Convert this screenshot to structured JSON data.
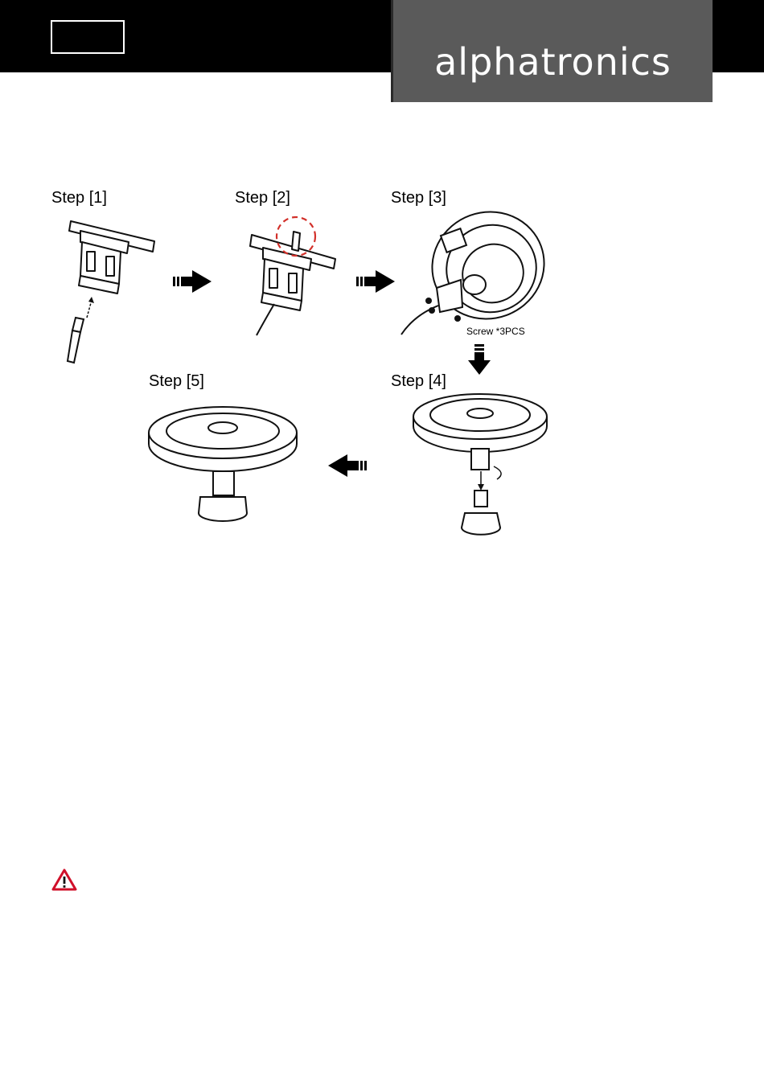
{
  "header": {
    "brand": "alphatronics",
    "page_box_text": ""
  },
  "steps": [
    {
      "label": "Step [1]"
    },
    {
      "label": "Step [2]"
    },
    {
      "label": "Step [3]"
    },
    {
      "label": "Step [4]"
    },
    {
      "label": "Step [5]"
    }
  ],
  "screw_note": "Screw  *3PCS",
  "icons": {
    "arrow": "arrow-icon",
    "warning": "warning-icon"
  },
  "colors": {
    "header": "#000000",
    "brand_panel": "#5a5a5a",
    "highlight_circle": "#d2302a",
    "warning": "#d0102a"
  }
}
